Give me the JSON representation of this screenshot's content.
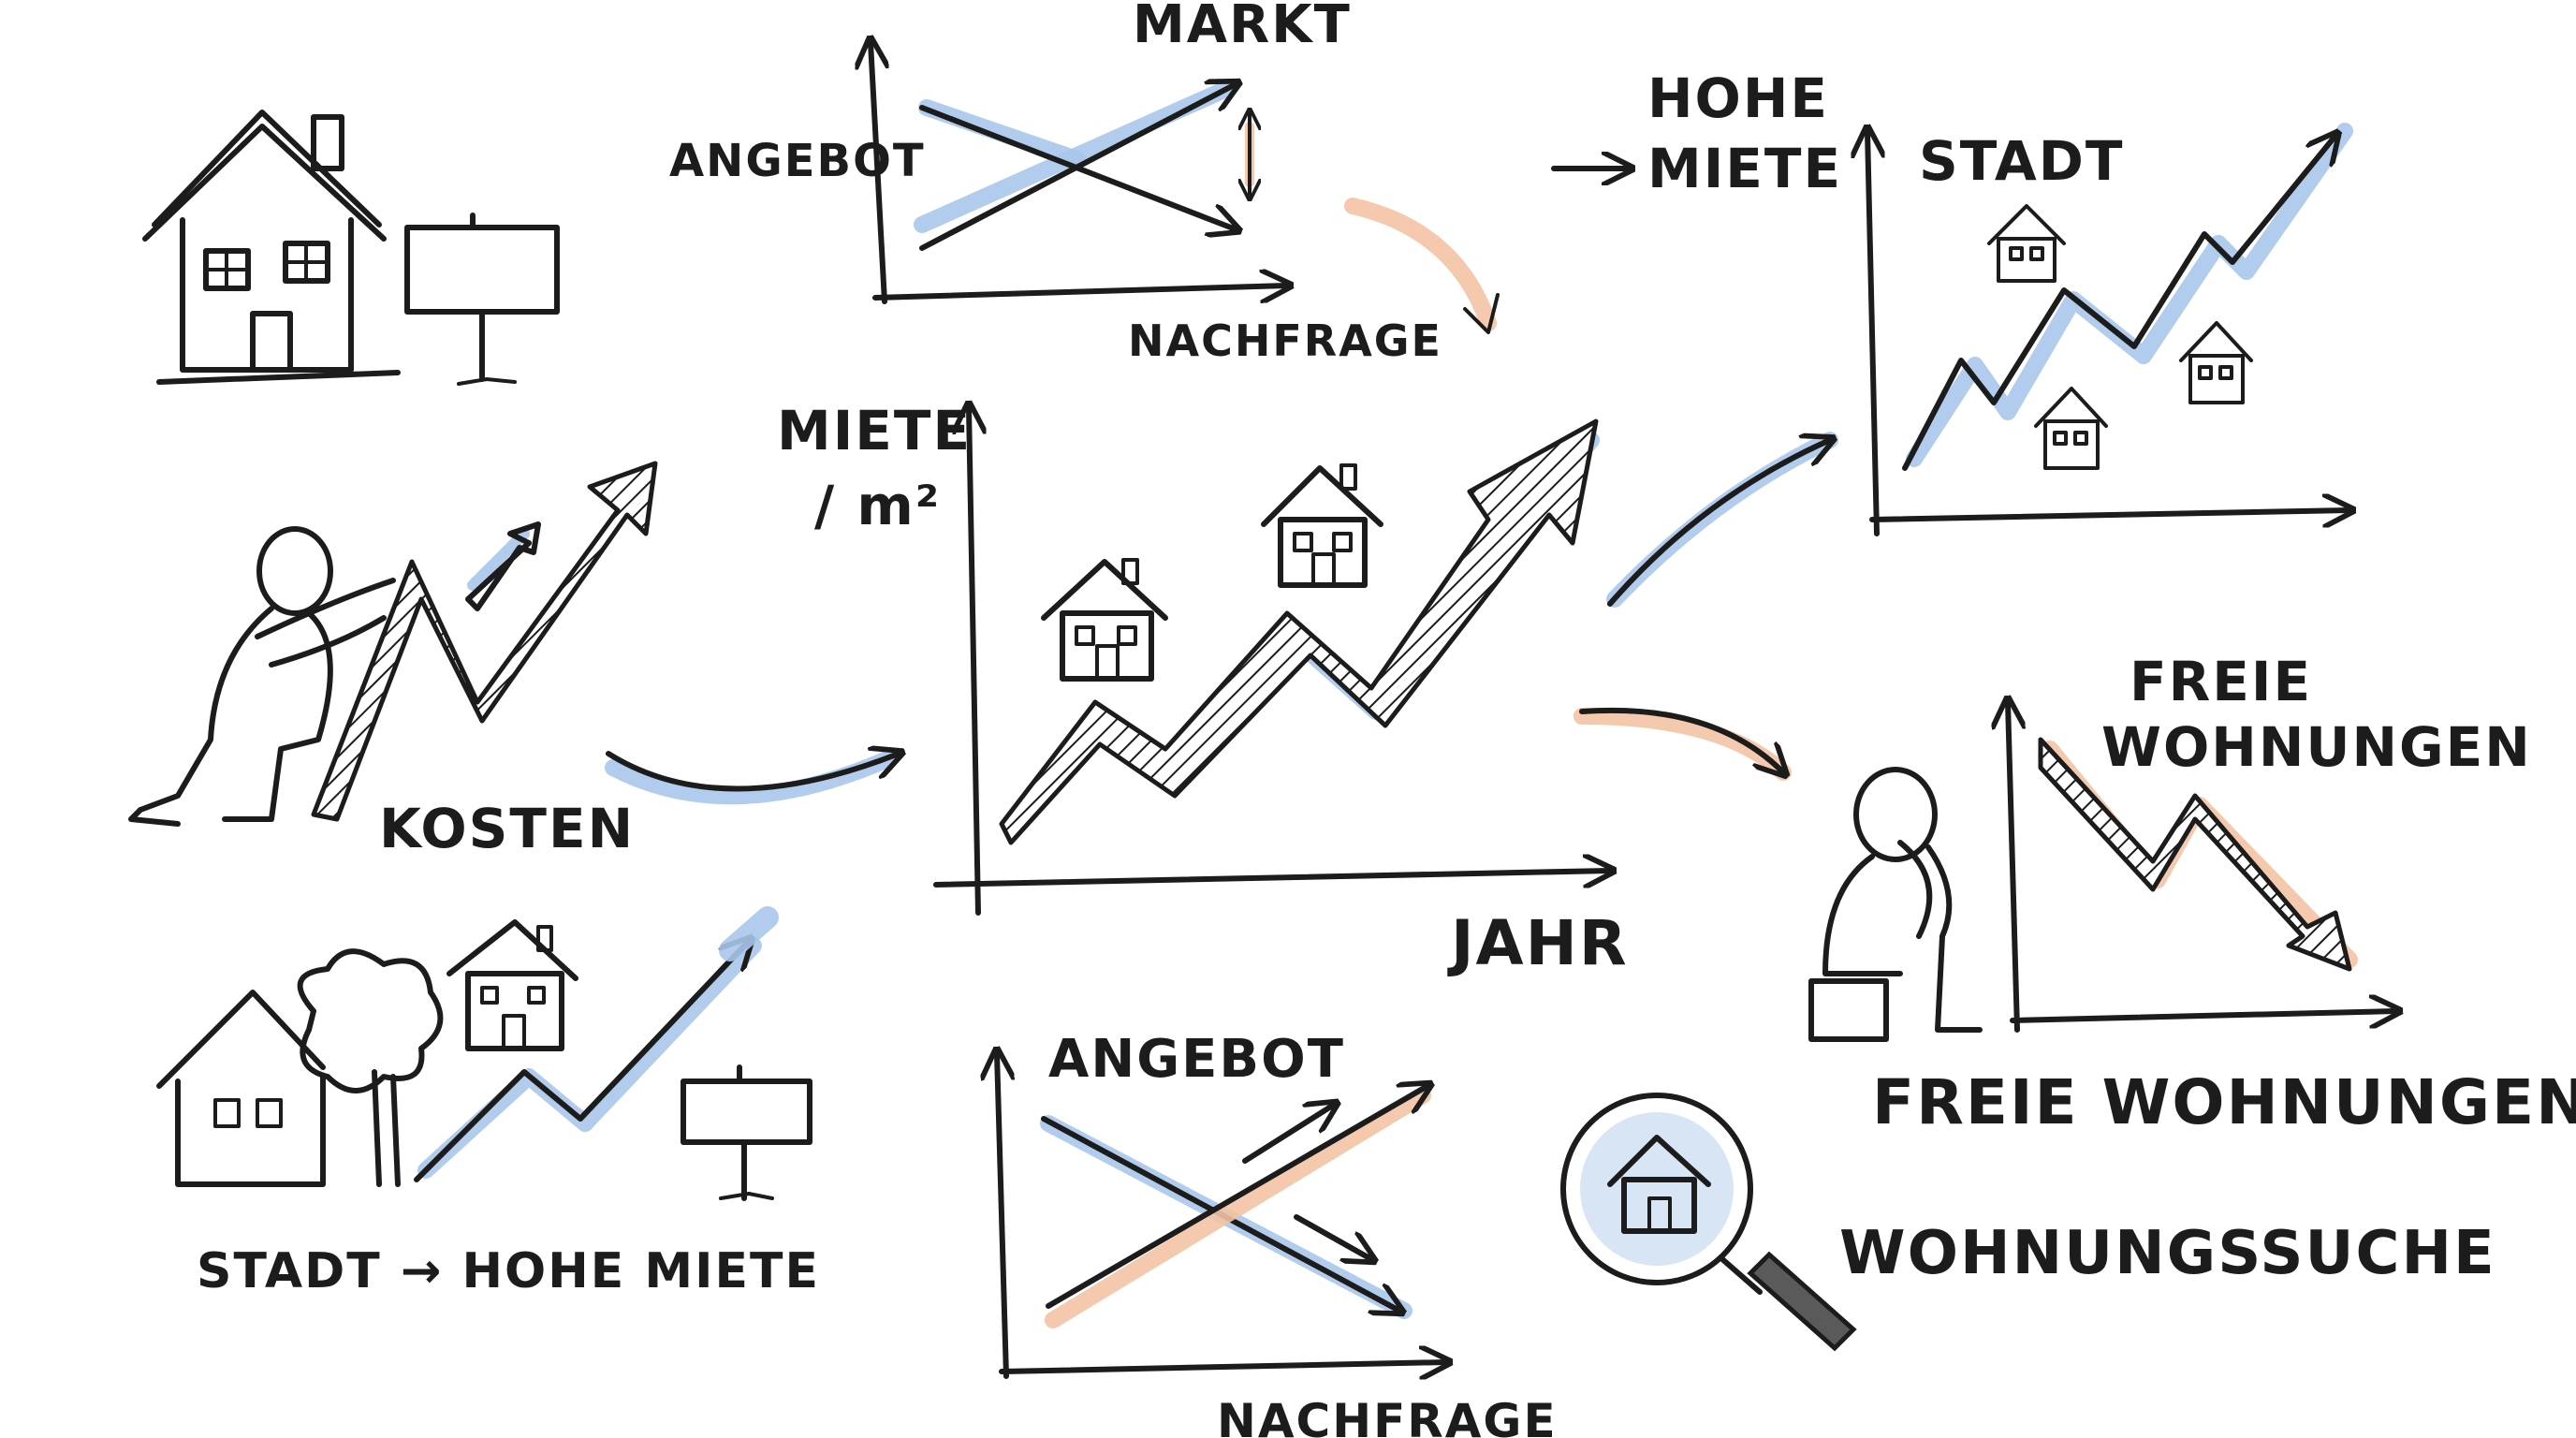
{
  "colors": {
    "ink": "#1c1c1c",
    "accent_blue": "#a9c6ea",
    "accent_orange": "#f3c3a4",
    "background": "#ffffff"
  },
  "labels": {
    "markt": "MARKT",
    "angebot_top": "ANGEBOT",
    "nachfrage_top": "NACHFRAGE",
    "hohe": "HOHE",
    "miete": "MIETE",
    "stadt_top": "STADT",
    "miete_m2_line1": "MIETE",
    "miete_m2_line2": "/ m²",
    "jahr": "JAHR",
    "kosten": "KOSTEN",
    "freie": "FREIE",
    "wohnungen": "WOHNUNGEN",
    "freie_wohnungen": "FREIE WOHNUNGEN",
    "stadt_hohe_miete": "STADT → HOHE MIETE",
    "angebot_bottom": "ANGEBOT",
    "nachfrage_bottom": "NACHFRAGE",
    "wohnungssuche": "WOHNUNGSSUCHE"
  },
  "icons": [
    "house-icon",
    "sign-icon",
    "person-pushing-icon",
    "person-sitting-icon",
    "magnifier-icon",
    "tree-icon",
    "arrow-icon"
  ]
}
